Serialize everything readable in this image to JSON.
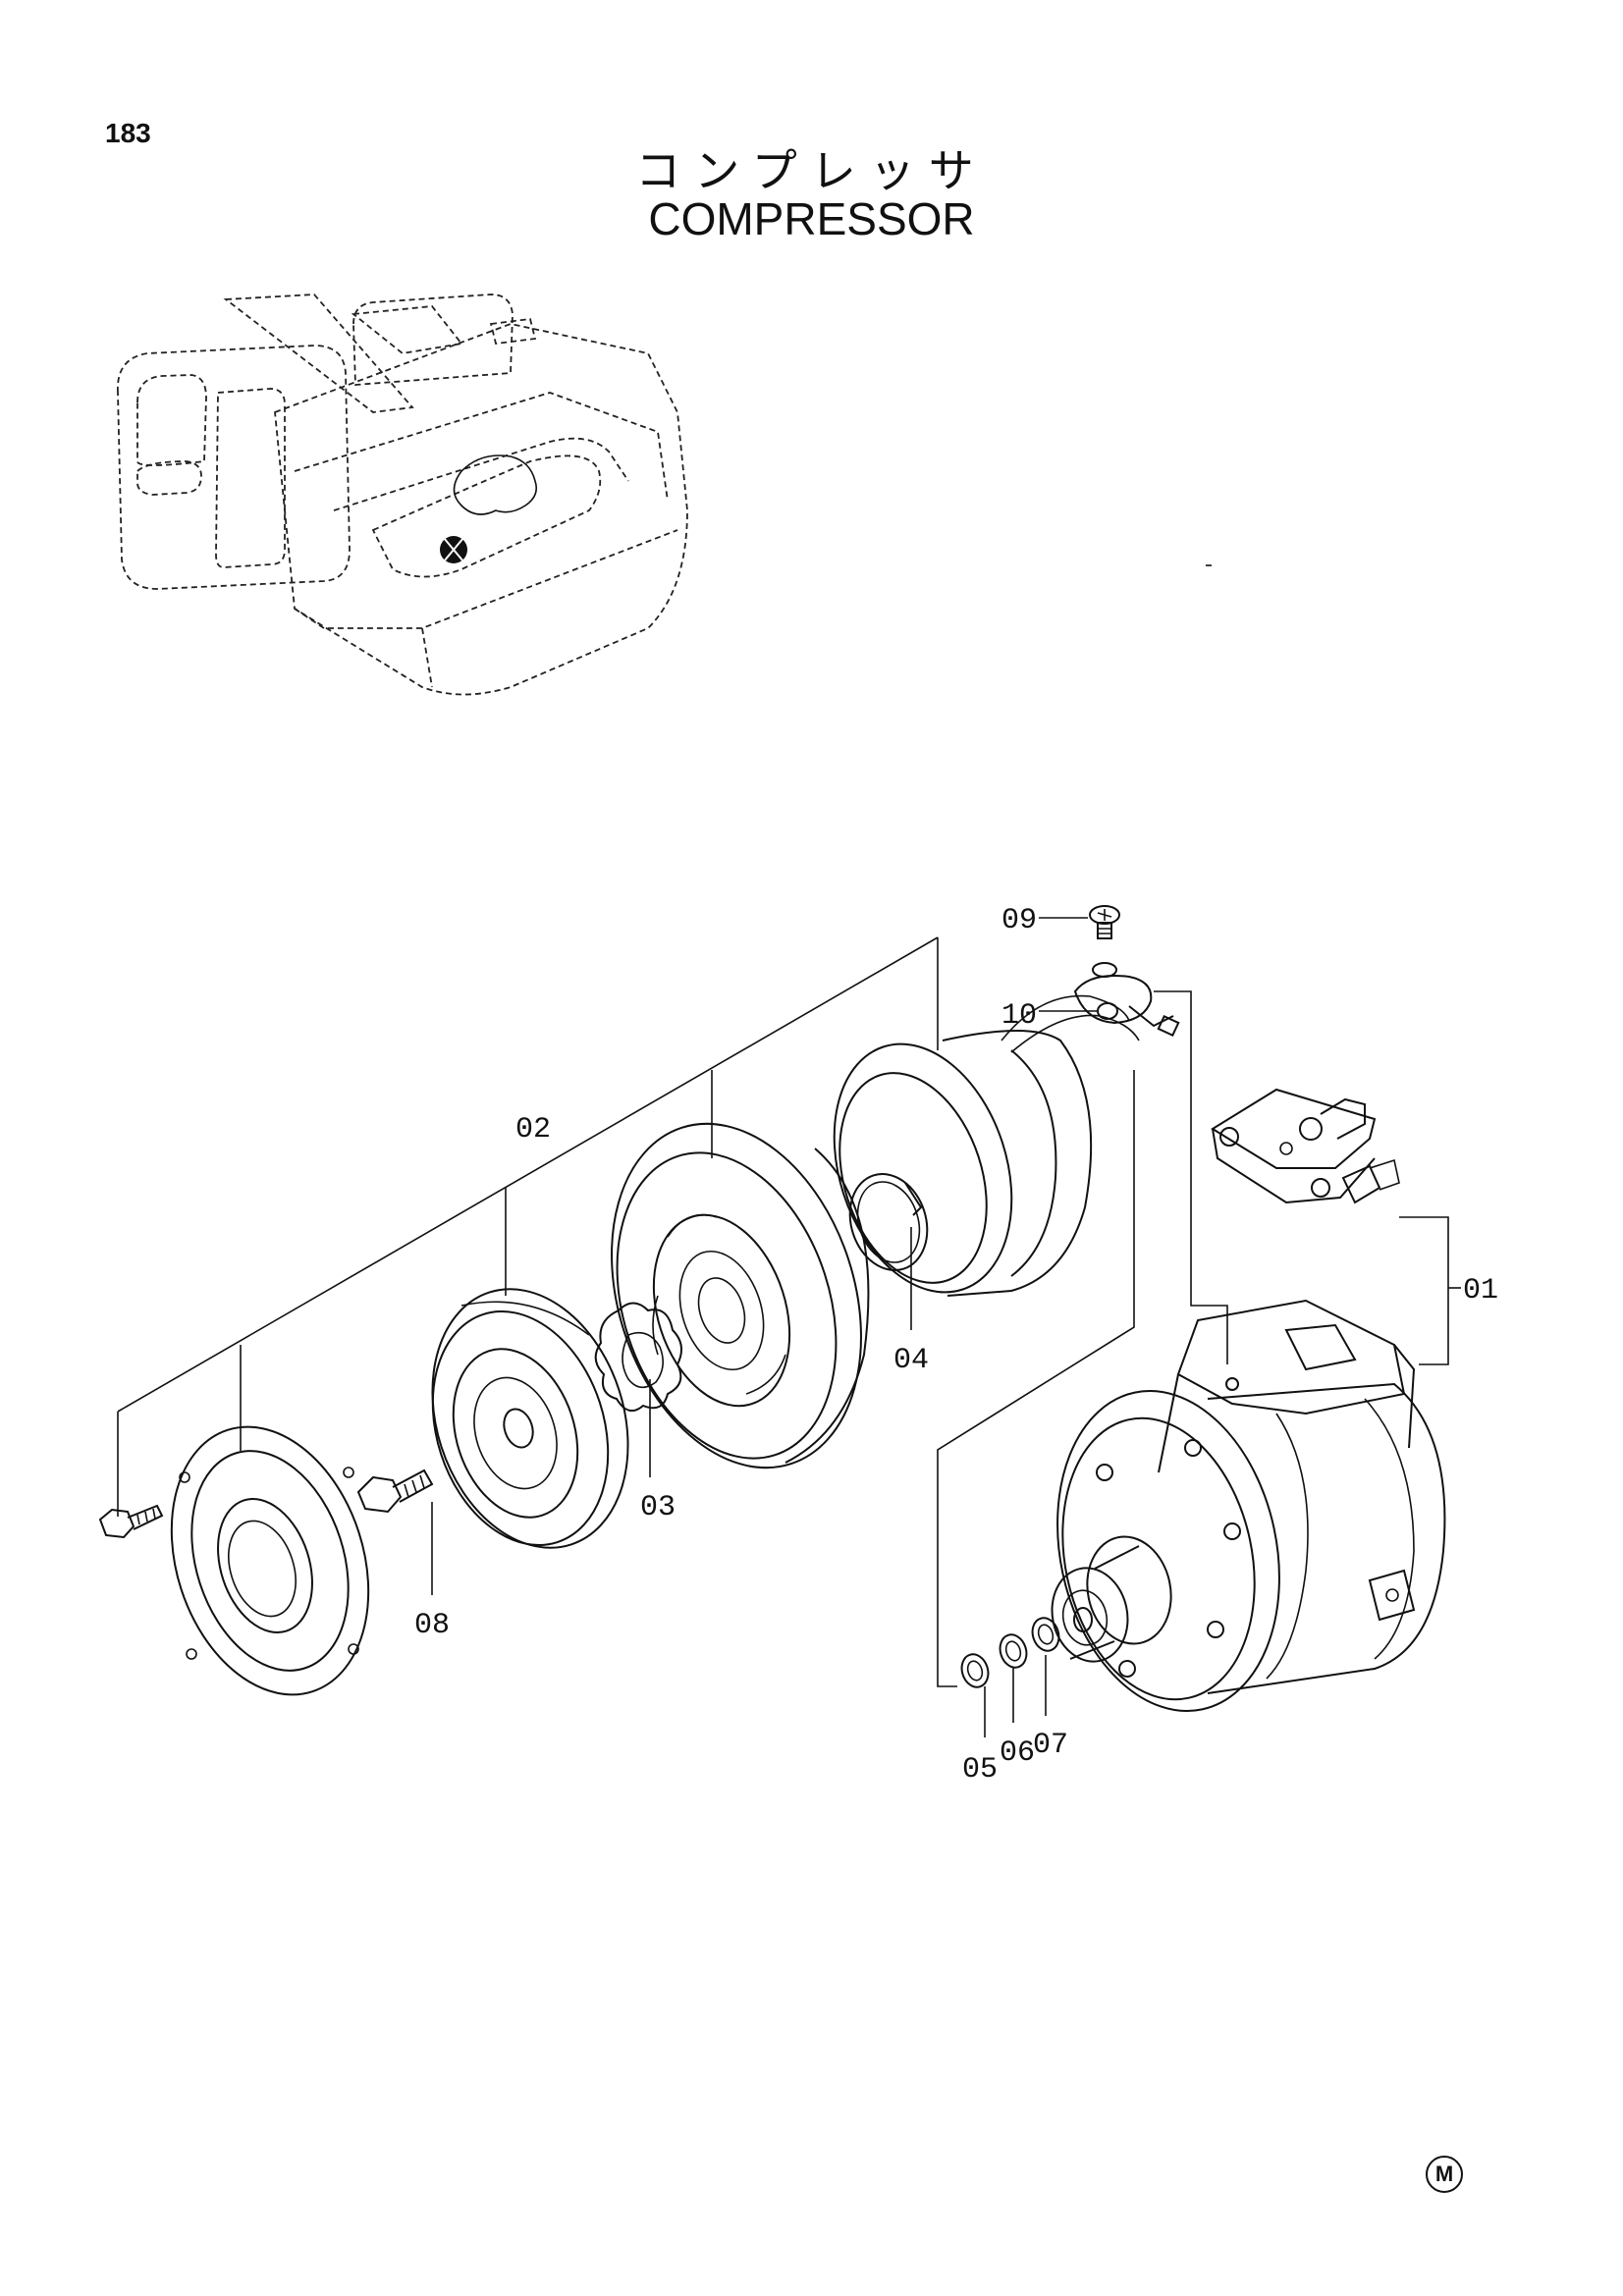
{
  "page": {
    "number": "183",
    "title_jp": "コンプレッサ",
    "title_en": "COMPRESSOR",
    "corner_mark": "M"
  },
  "callouts": [
    {
      "id": "01",
      "label": "01"
    },
    {
      "id": "02",
      "label": "02"
    },
    {
      "id": "03",
      "label": "03"
    },
    {
      "id": "04",
      "label": "04"
    },
    {
      "id": "05",
      "label": "05"
    },
    {
      "id": "06",
      "label": "06"
    },
    {
      "id": "07",
      "label": "07"
    },
    {
      "id": "08",
      "label": "08"
    },
    {
      "id": "09",
      "label": "09"
    },
    {
      "id": "10",
      "label": "10"
    }
  ]
}
